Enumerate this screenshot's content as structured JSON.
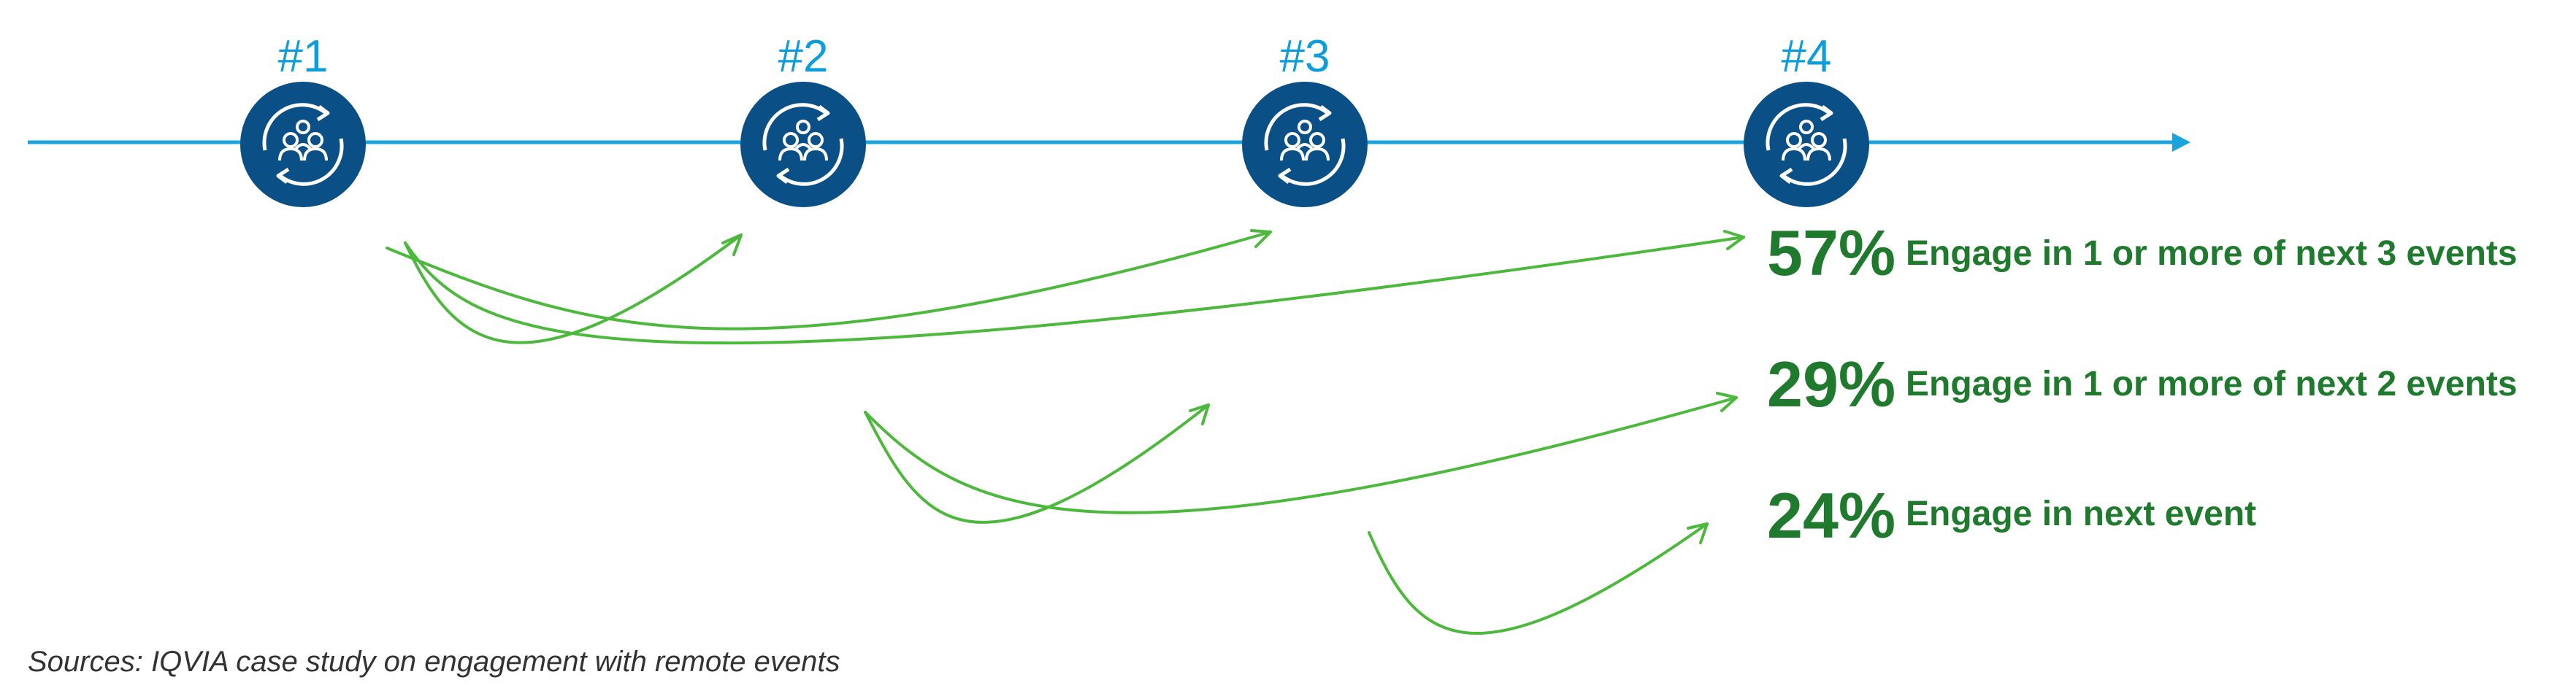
{
  "events": [
    {
      "label": "#1",
      "icon": "people-cycle-icon"
    },
    {
      "label": "#2",
      "icon": "people-cycle-icon"
    },
    {
      "label": "#3",
      "icon": "people-cycle-icon"
    },
    {
      "label": "#4",
      "icon": "people-cycle-icon"
    }
  ],
  "stats": [
    {
      "percent": "57%",
      "text": "Engage in 1 or more of next 3 events"
    },
    {
      "percent": "29%",
      "text": "Engage in 1 or more of next 2 events"
    },
    {
      "percent": "24%",
      "text": "Engage in next event"
    }
  ],
  "source": "Sources: IQVIA case study on engagement with remote events",
  "colors": {
    "timeline": "#1aa3dd",
    "circle": "#0a4f86",
    "arrow": "#4cb83c",
    "stat": "#1f7a2e",
    "label": "#0d9ddb"
  }
}
